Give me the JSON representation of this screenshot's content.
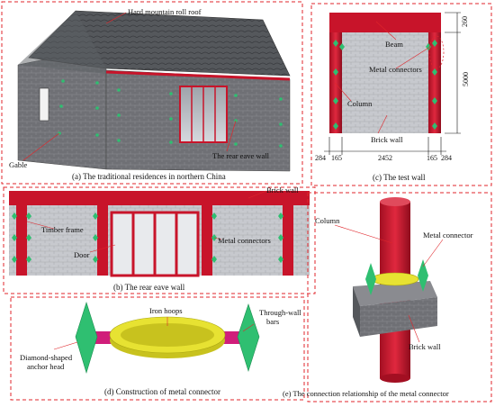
{
  "panel_a": {
    "caption": "(a) The traditional residences in northern China",
    "label_roof": "Hard mountain roll roof",
    "label_gable": "Gable",
    "label_rear_wall": "The rear eave wall"
  },
  "panel_b": {
    "caption": "(b) The rear eave wall",
    "label_brick": "Brick wall",
    "label_timber": "Timber frame",
    "label_door": "Door",
    "label_connectors": "Metal connectors"
  },
  "panel_c": {
    "caption": "(c) The test wall",
    "label_beam": "Beam",
    "label_connectors": "Metal connectors",
    "label_column": "Column",
    "label_brick": "Brick wall",
    "dim_top": "260",
    "dim_height": "5000",
    "dim_284_left": "284",
    "dim_165_left": "165",
    "dim_2452": "2452",
    "dim_165_right": "165",
    "dim_284_right": "284"
  },
  "panel_d": {
    "caption": "(d) Construction of  metal connector",
    "label_hoops": "Iron hoops",
    "label_through_1": "Through-wall",
    "label_through_2": "bars",
    "label_anchor_1": "Diamond-shaped",
    "label_anchor_2": "anchor head"
  },
  "panel_e": {
    "caption": "(e) The connection relationship of the metal connector",
    "label_column": "Column",
    "label_connector": "Metal connector",
    "label_brick": "Brick wall"
  },
  "colors": {
    "frame": "#e0262b",
    "column_red": "#c8142a",
    "brick": "#6f7075",
    "roof": "#55585c",
    "connector_green": "#2fbf71",
    "hoop_yellow": "#e7e232",
    "bar_magenta": "#d01e7a"
  }
}
